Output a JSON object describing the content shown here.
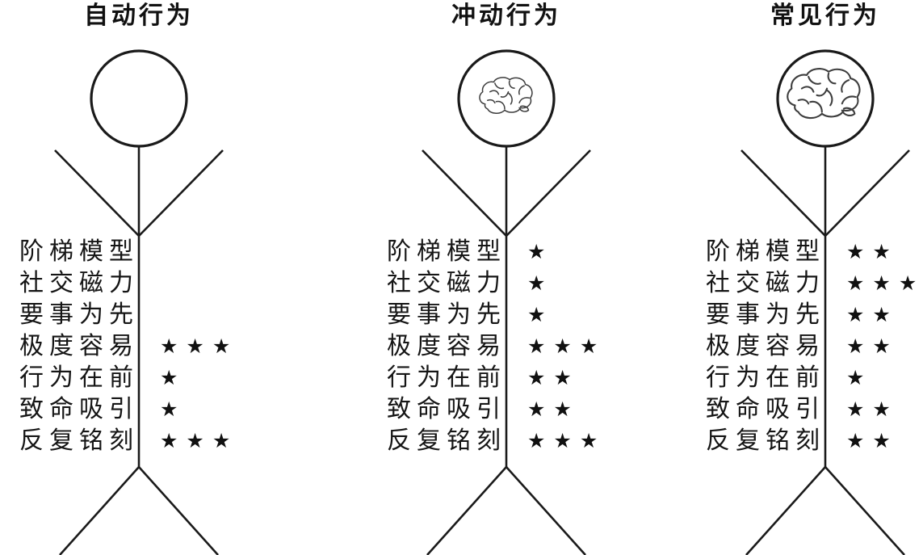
{
  "figures": [
    {
      "title": "自动行为",
      "head_icon": "empty-circle",
      "rows": [
        {
          "label": "阶梯模型",
          "stars": ""
        },
        {
          "label": "社交磁力",
          "stars": ""
        },
        {
          "label": "要事为先",
          "stars": ""
        },
        {
          "label": "极度容易",
          "stars": "★★★"
        },
        {
          "label": "行为在前",
          "stars": "★"
        },
        {
          "label": "致命吸引",
          "stars": "★"
        },
        {
          "label": "反复铭刻",
          "stars": "★★★"
        }
      ]
    },
    {
      "title": "冲动行为",
      "head_icon": "small-brain",
      "rows": [
        {
          "label": "阶梯模型",
          "stars": "★"
        },
        {
          "label": "社交磁力",
          "stars": "★"
        },
        {
          "label": "要事为先",
          "stars": "★"
        },
        {
          "label": "极度容易",
          "stars": "★★★"
        },
        {
          "label": "行为在前",
          "stars": "★★"
        },
        {
          "label": "致命吸引",
          "stars": "★★"
        },
        {
          "label": "反复铭刻",
          "stars": "★★★"
        }
      ]
    },
    {
      "title": "常见行为",
      "head_icon": "large-brain",
      "rows": [
        {
          "label": "阶梯模型",
          "stars": "★★"
        },
        {
          "label": "社交磁力",
          "stars": "★★★"
        },
        {
          "label": "要事为先",
          "stars": "★★"
        },
        {
          "label": "极度容易",
          "stars": "★★"
        },
        {
          "label": "行为在前",
          "stars": "★"
        },
        {
          "label": "致命吸引",
          "stars": "★★"
        },
        {
          "label": "反复铭刻",
          "stars": "★★"
        }
      ]
    }
  ],
  "colors": {
    "line": "#1a1a1a",
    "text": "#151515",
    "brain_sketch": "#3d3d3d"
  }
}
